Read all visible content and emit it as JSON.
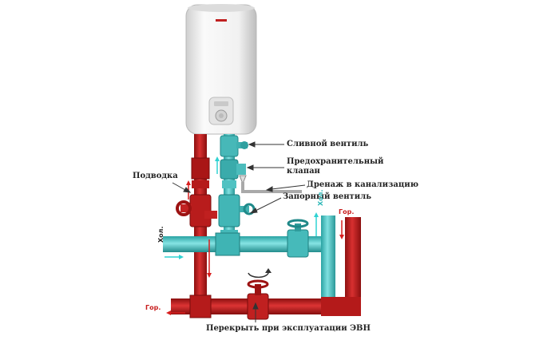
{
  "labels": {
    "drain_valve": "Сливной вентиль",
    "safety_valve_line1": "Предохранительный",
    "safety_valve_line2": "клапан",
    "sewer_drain": "Дренаж в канализацию",
    "supply": "Подводка",
    "shutoff_valve": "Запорный вентиль",
    "bottom_note": "Перекрыть при эксплуатации ЭВН",
    "cold_left": "Хол.",
    "cold_right": "Хол.",
    "hot_right": "Гор.",
    "hot_left": "Гор."
  },
  "colors": {
    "cold_pipe": "#5ec8c8",
    "hot_pipe": "#c81e1e",
    "boiler_body": "#eeeeee",
    "arrow_cold": "#2fd2d2",
    "arrow_hot": "#d81f1f"
  },
  "icons": {
    "rotation_arrow": "rotate-arrow-icon"
  }
}
